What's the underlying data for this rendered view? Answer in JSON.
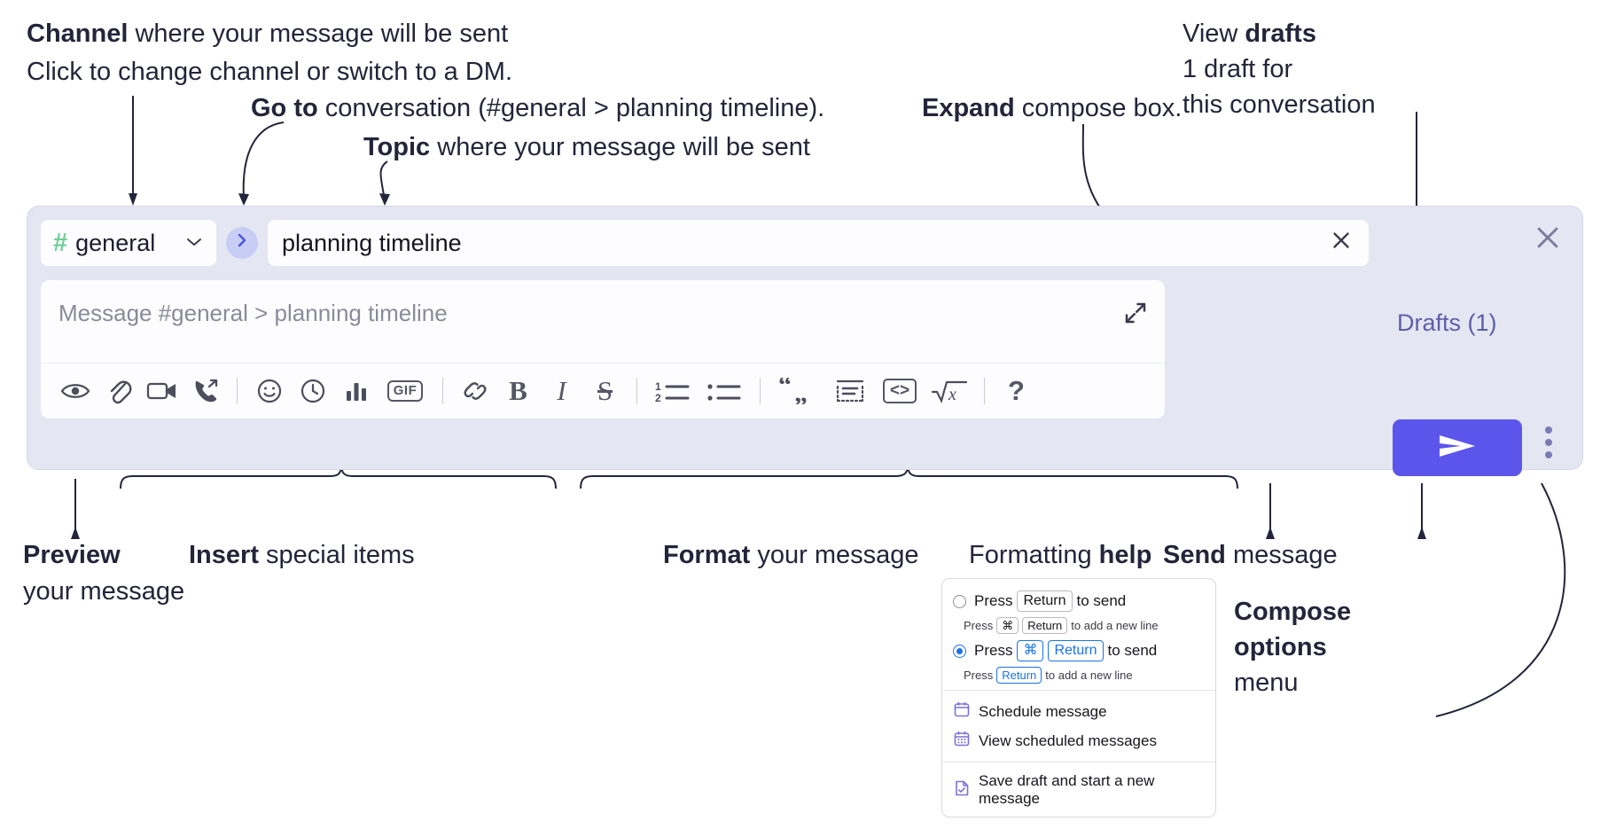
{
  "annotations": {
    "channel": {
      "line1_bold": "Channel",
      "line1_rest": " where your message will be sent",
      "line2_italic": "Click to change channel or switch to a DM."
    },
    "goto": {
      "bold": "Go to",
      "rest": " conversation (#general > planning timeline)."
    },
    "topic": {
      "bold": "Topic",
      "rest": " where your message will be sent"
    },
    "expand": {
      "bold": "Expand",
      "rest": " compose box."
    },
    "drafts": {
      "line1_plain": "View ",
      "line1_bold": "drafts",
      "line2_italic": "1 draft for",
      "line3_italic": "this conversation"
    },
    "preview": {
      "bold": "Preview",
      "line2": "your message"
    },
    "insert": {
      "bold": "Insert",
      "rest": " special items"
    },
    "format": {
      "bold": "Format",
      "rest": " your message"
    },
    "formatting_help": {
      "plain": "Formatting ",
      "bold": "help"
    },
    "send": {
      "bold": "Send",
      "rest": " message"
    },
    "compose_options": {
      "line1": "Compose",
      "line2": "options",
      "line3": "menu"
    }
  },
  "compose": {
    "channel": {
      "hash_icon": "hash-icon",
      "name": "general",
      "caret_icon": "chevron-down-icon"
    },
    "goto_button_icon": "chevron-right-icon",
    "topic": {
      "value": "planning timeline",
      "clear_icon": "close-icon"
    },
    "message": {
      "placeholder": "Message #general > planning timeline",
      "expand_icon": "expand-diagonal-icon"
    },
    "toolbar": [
      {
        "name": "preview-icon",
        "label": "Preview"
      },
      {
        "name": "attachment-icon",
        "label": "Attach file"
      },
      {
        "name": "video-camera-icon",
        "label": "Record video clip"
      },
      {
        "name": "phone-forward-icon",
        "label": "Record audio clip"
      },
      {
        "name": "separator",
        "label": ""
      },
      {
        "name": "emoji-icon",
        "label": "Emoji"
      },
      {
        "name": "clock-icon",
        "label": "Reminder"
      },
      {
        "name": "bar-chart-icon",
        "label": "Poll"
      },
      {
        "name": "gif-icon",
        "label": "GIF"
      },
      {
        "name": "separator",
        "label": ""
      },
      {
        "name": "link-icon",
        "label": "Link"
      },
      {
        "name": "bold-icon",
        "label": "B"
      },
      {
        "name": "italic-icon",
        "label": "I"
      },
      {
        "name": "strikethrough-icon",
        "label": "S"
      },
      {
        "name": "separator",
        "label": ""
      },
      {
        "name": "ordered-list-icon",
        "label": "Ordered list"
      },
      {
        "name": "bulleted-list-icon",
        "label": "Bulleted list"
      },
      {
        "name": "separator",
        "label": ""
      },
      {
        "name": "blockquote-icon",
        "label": "Blockquote"
      },
      {
        "name": "code-block-icon",
        "label": "Code block"
      },
      {
        "name": "inline-code-icon",
        "label": "Code"
      },
      {
        "name": "math-icon",
        "label": "Math"
      },
      {
        "name": "separator",
        "label": ""
      },
      {
        "name": "help-icon",
        "label": "?"
      }
    ],
    "close_icon": "close-icon",
    "drafts_label": "Drafts (1)",
    "send_icon": "send-paper-plane-icon",
    "kebab_icon": "more-options-vertical-icon"
  },
  "compose_menu": {
    "option_return": {
      "press": "Press",
      "key": "Return",
      "tail": "to send",
      "sub_press": "Press",
      "sub_key_cmd": "⌘",
      "sub_key_return": "Return",
      "sub_tail": "to add a new line",
      "selected": false
    },
    "option_cmd_return": {
      "press": "Press",
      "key_cmd": "⌘",
      "key_return": "Return",
      "tail": "to send",
      "sub_press": "Press",
      "sub_key_return": "Return",
      "sub_tail": "to add a new line",
      "selected": true
    },
    "items": [
      {
        "icon": "calendar-icon",
        "label": "Schedule message"
      },
      {
        "icon": "calendar-grid-icon",
        "label": "View scheduled messages"
      },
      {
        "icon": "draft-check-icon",
        "label": "Save draft and start a new message"
      }
    ]
  },
  "colors": {
    "compose_bg": "#e4e6f2",
    "send_purple": "#5b55ec",
    "hash_green": "#6fcf97",
    "drafts_purple": "#5e5ea8",
    "accent_blue": "#1a73e8",
    "menu_icon_purple": "#7b72d6"
  }
}
